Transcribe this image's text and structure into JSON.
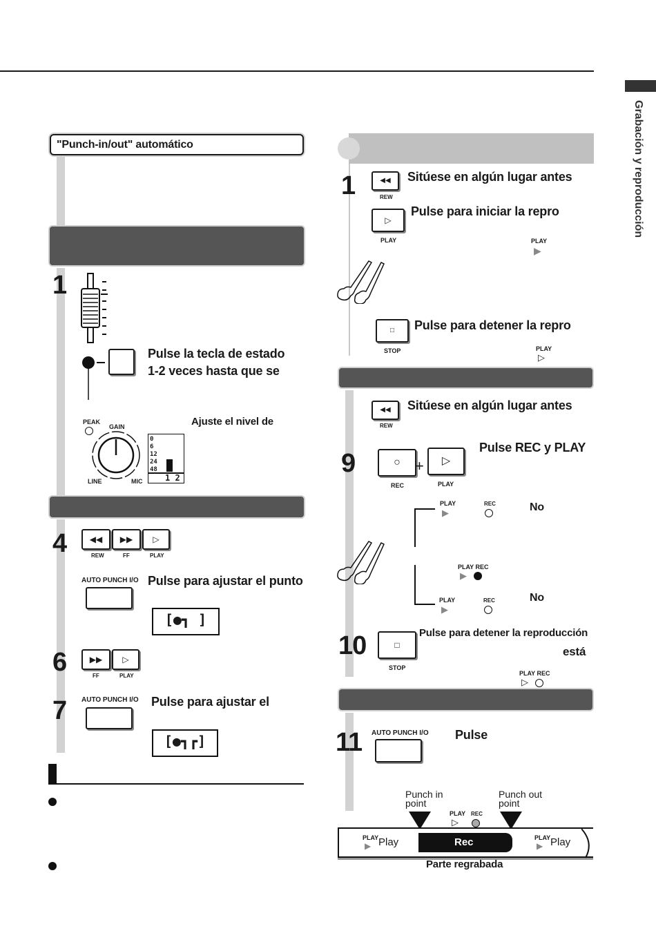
{
  "side_tab": {
    "label": "Grabación y reproducción"
  },
  "left": {
    "header_box": "\"Punch-in/out\" automático",
    "step1": {
      "number": "1",
      "instruction": "Pulse la tecla de estado 1-2 veces hasta que se",
      "instruction_line1": "Pulse la tecla de estado",
      "instruction_line2": "1-2 veces hasta que se",
      "level_text": "Ajuste el nivel de",
      "peak": "PEAK",
      "gain": "GAIN",
      "line": "LINE",
      "mic": "MIC",
      "meter_scale": [
        "0",
        "6",
        "12",
        "24",
        "48"
      ],
      "meter_tracks": "1 2"
    },
    "step4": {
      "number": "4",
      "buttons": [
        "REW",
        "FF",
        "PLAY"
      ],
      "auto_punch_label": "AUTO PUNCH I/O",
      "instruction": "Pulse para ajustar el punto"
    },
    "step6": {
      "number": "6",
      "buttons": [
        "FF",
        "PLAY"
      ]
    },
    "step7": {
      "number": "7",
      "auto_punch_label": "AUTO PUNCH I/O",
      "instruction": "Pulse para ajustar el"
    }
  },
  "right": {
    "step1": {
      "number": "1",
      "rew_label": "REW",
      "rew_text": "Sitúese en algún lugar antes",
      "play_label": "PLAY",
      "play_text": "Pulse para iniciar la repro",
      "play_indicator": "PLAY",
      "stop_label": "STOP",
      "stop_text": "Pulse para detener la repro",
      "stop_indicator": "PLAY"
    },
    "section2": {
      "rew_label": "REW",
      "rew_text": "Sitúese en algún lugar antes",
      "step9_number": "9",
      "step9_text": "Pulse REC y PLAY",
      "rec_label": "REC",
      "play_label": "PLAY",
      "status": [
        {
          "play": "PLAY",
          "rec": "REC",
          "text": "No"
        },
        {
          "play": "PLAY",
          "rec": "REC",
          "text": ""
        },
        {
          "play": "PLAY",
          "rec": "REC",
          "text": "No"
        }
      ],
      "step10_number": "10",
      "stop_label": "STOP",
      "step10_text": "Pulse para detener la reproducción",
      "step10_text2": "está",
      "step10_indicator_play": "PLAY",
      "step10_indicator_rec": "REC"
    },
    "section3": {
      "step11_number": "11",
      "auto_punch_label": "AUTO PUNCH I/O",
      "step11_text": "Pulse",
      "punch_in": "Punch in point",
      "punch_in_l1": "Punch in",
      "punch_in_l2": "point",
      "punch_out": "Punch out point",
      "punch_out_l1": "Punch out",
      "punch_out_l2": "point",
      "mid_play": "PLAY",
      "mid_rec": "REC",
      "timeline": {
        "left": "Play",
        "middle": "Rec",
        "right": "Play",
        "left_tag": "PLAY",
        "right_tag": "PLAY"
      },
      "caption": "Parte regrabada"
    }
  },
  "colors": {
    "dark_bar": "#555555",
    "light_rule": "#d2d2d2",
    "section_header": "#c0c0c0",
    "text": "#1a1a1a"
  }
}
